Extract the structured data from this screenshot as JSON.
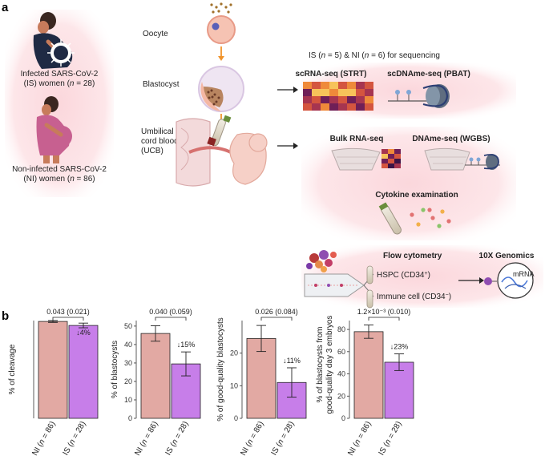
{
  "panel_a": {
    "label": "a",
    "groups": {
      "is_line1": "Infected SARS-CoV-2",
      "is_line2_pre": "(IS) women (",
      "is_line2_n": "n",
      "is_line2_post": " = 28)",
      "ni_line1": "Non-infected SARS-CoV-2",
      "ni_line2_pre": "(NI) women (",
      "ni_line2_n": "n",
      "ni_line2_post": " = 86)"
    },
    "stages": {
      "oocyte": "Oocyte",
      "blastocyst": "Blastocyst",
      "ucb_line1": "Umbilical",
      "ucb_line2": "cord blood",
      "ucb_line3": "(UCB)"
    },
    "sequencing": {
      "header_pre": "IS (",
      "header_n1": "n",
      "header_mid": " = 5) & NI (",
      "header_n2": "n",
      "header_post": " = 6) for sequencing",
      "scrna": "scRNA-seq (STRT)",
      "scdname": "scDNAme-seq (PBAT)",
      "bulkrna": "Bulk RNA-seq",
      "dname": "DNAme-seq (WGBS)",
      "cytokine": "Cytokine examination",
      "flow": "Flow cytometry",
      "hspc_pre": "HSPC (CD34",
      "hspc_sup": "+",
      "hspc_post": ")",
      "immune_pre": "Immune cell (CD34",
      "immune_sup": "−",
      "immune_post": ")",
      "genomics": "10X Genomics",
      "mrna": "mRNA"
    }
  },
  "panel_b": {
    "label": "b",
    "colors": {
      "ni": "#e2a9a3",
      "is": "#c77ee9"
    },
    "chart_data": [
      {
        "type": "bar",
        "categories": [
          "NI (n = 86)",
          "IS (n = 28)"
        ],
        "cat_pre": [
          "NI (",
          "IS ("
        ],
        "cat_n": [
          "n",
          "n"
        ],
        "cat_post": [
          " = 86)",
          " = 28)"
        ],
        "values": [
          99.1,
          95.0
        ],
        "errors": [
          1.0,
          2.4
        ],
        "ylabel": "% of cleavage",
        "ylim": [
          0,
          100
        ],
        "yticks": [],
        "pvalue": "0.043 (0.021)",
        "change": "↓4%",
        "change_inside": true
      },
      {
        "type": "bar",
        "categories": [
          "NI (n = 86)",
          "IS (n = 28)"
        ],
        "cat_pre": [
          "NI (",
          "IS ("
        ],
        "cat_n": [
          "n",
          "n"
        ],
        "cat_post": [
          " = 86)",
          " = 28)"
        ],
        "values": [
          46.0,
          29.5
        ],
        "errors": [
          4.2,
          6.5
        ],
        "ylabel": "% of blastocysts",
        "ylim": [
          0,
          53
        ],
        "yticks": [
          0,
          10,
          20,
          30,
          40,
          50
        ],
        "pvalue": "0.040 (0.059)",
        "change": "↓15%",
        "change_inside": false
      },
      {
        "type": "bar",
        "categories": [
          "NI (n = 86)",
          "IS (n = 28)"
        ],
        "cat_pre": [
          "NI (",
          "IS ("
        ],
        "cat_n": [
          "n",
          "n"
        ],
        "cat_post": [
          " = 86)",
          " = 28)"
        ],
        "values": [
          24.5,
          11.0
        ],
        "errors": [
          4.0,
          4.5
        ],
        "ylabel": "% of good-quality blastocysts",
        "ylim": [
          0,
          30
        ],
        "yticks": [
          0,
          10,
          20
        ],
        "pvalue": "0.026 (0.084)",
        "change": "↓11%",
        "change_inside": false
      },
      {
        "type": "bar",
        "categories": [
          "NI (n = 86)",
          "IS (n = 28)"
        ],
        "cat_pre": [
          "NI (",
          "IS ("
        ],
        "cat_n": [
          "n",
          "n"
        ],
        "cat_post": [
          " = 86)",
          " = 28)"
        ],
        "values": [
          78.0,
          50.5
        ],
        "errors": [
          6.0,
          7.5
        ],
        "ylabel_line1": "% of blastocysts from",
        "ylabel_line2": "good-quality day 3 embryos",
        "ylim": [
          0,
          88
        ],
        "yticks": [
          0,
          20,
          40,
          60,
          80
        ],
        "pvalue": "1.2×10⁻³ (0.010)",
        "change": "↓23%",
        "change_inside": false
      }
    ]
  }
}
